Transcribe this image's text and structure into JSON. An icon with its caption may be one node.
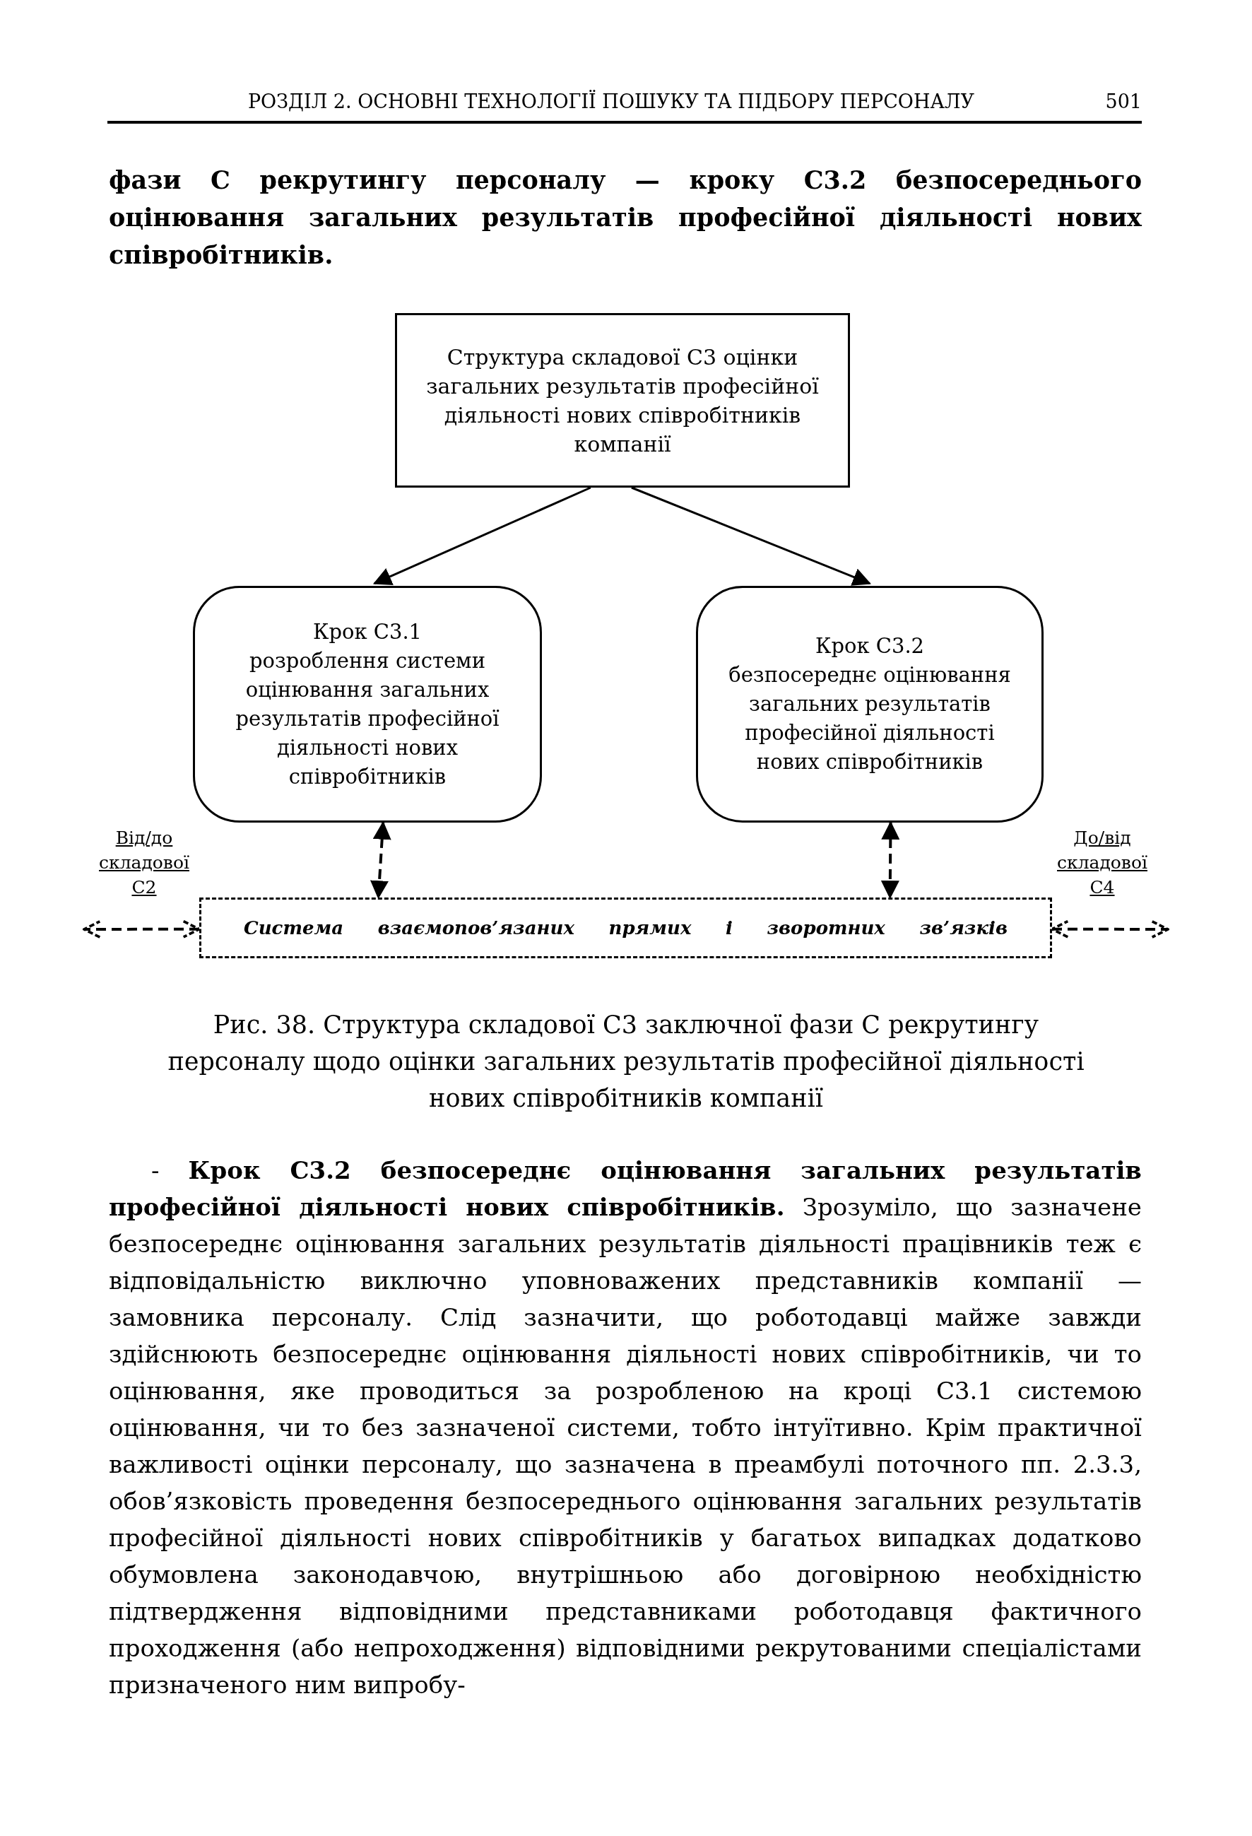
{
  "diagram": {
    "caption": "Рис. 38. Структура складової С3 заключної фази С рекрутингу персоналу щодо оцінки загальних результатів професійної діяльності нових співробітників компанії",
    "nodes": [
      {
        "text": [
          "Структура складової С3 оцінки загальних результатів професійної діяльності нових співробітників компанії"
        ]
      },
      {
        "text": [
          "Крок С3.1",
          "розроблення системи оцінювання загальних результатів професійної діяльності нових співробітників"
        ]
      },
      {
        "text": [
          "Крок С3.2",
          "безпосереднє оцінювання загальних результатів професійної діяльності нових співробітників"
        ]
      },
      {
        "text": [
          "Система взаємопов’язаних прямих і зворотних зв’язків"
        ]
      }
    ],
    "edges": [
      {
        "from": 0,
        "to": 1,
        "arrow": "to"
      },
      {
        "from": 0,
        "to": 2,
        "arrow": "to"
      },
      {
        "from": 1,
        "to": 3,
        "arrow": "both",
        "style": "dashed"
      },
      {
        "from": 2,
        "to": 3,
        "arrow": "both",
        "style": "dashed"
      },
      {
        "from": 3,
        "to": null,
        "arrow": "both",
        "style": "dashed"
      },
      {
        "from": 3,
        "to": null,
        "arrow": "both",
        "style": "dashed"
      }
    ],
    "labels": [
      "РОЗДІЛ 2. ОСНОВНІ ТЕХНОЛОГІЇ ПОШУКУ ТА ПІДБОРУ ПЕРСОНАЛУ",
      "501",
      "фази С рекрутингу персоналу — кроку С3.2 безпосереднього оцінювання загальних результатів професійної діяльності нових співробітників.",
      "Від/до складової С2",
      "До/від складової С4",
      "- **Крок С3.2 безпосереднє оцінювання загальних результатів професійної діяльності нових співробітників.** Зрозуміло, що зазначене безпосереднє оцінювання загальних результатів діяльності працівників теж є відповідальністю виключно уповноважених представників компанії — замовника персоналу. Слід зазначити, що роботодавці майже завжди здійснюють безпосереднє оцінювання діяльності нових співробітників, чи то оцінювання, яке проводиться за розробленою на кроці С3.1 системою оцінювання, чи то без зазначеної системи, тобто інтуїтивно. Крім практичної важливості оцінки персоналу, що зазначена в преамбулі поточного пп. 2.3.3, обов’язковість проведення безпосереднього оцінювання загальних результатів професійної діяльності нових співробітників у багатьох випадках додатково обумовлена законодавчою, внутрішньою або договірною необхідністю підтвердження відповідними представниками роботодавця фактичного проходження (або непроходження) відповідними рекрутованими спеціалістами призначеного ним випробу-"
    ]
  }
}
